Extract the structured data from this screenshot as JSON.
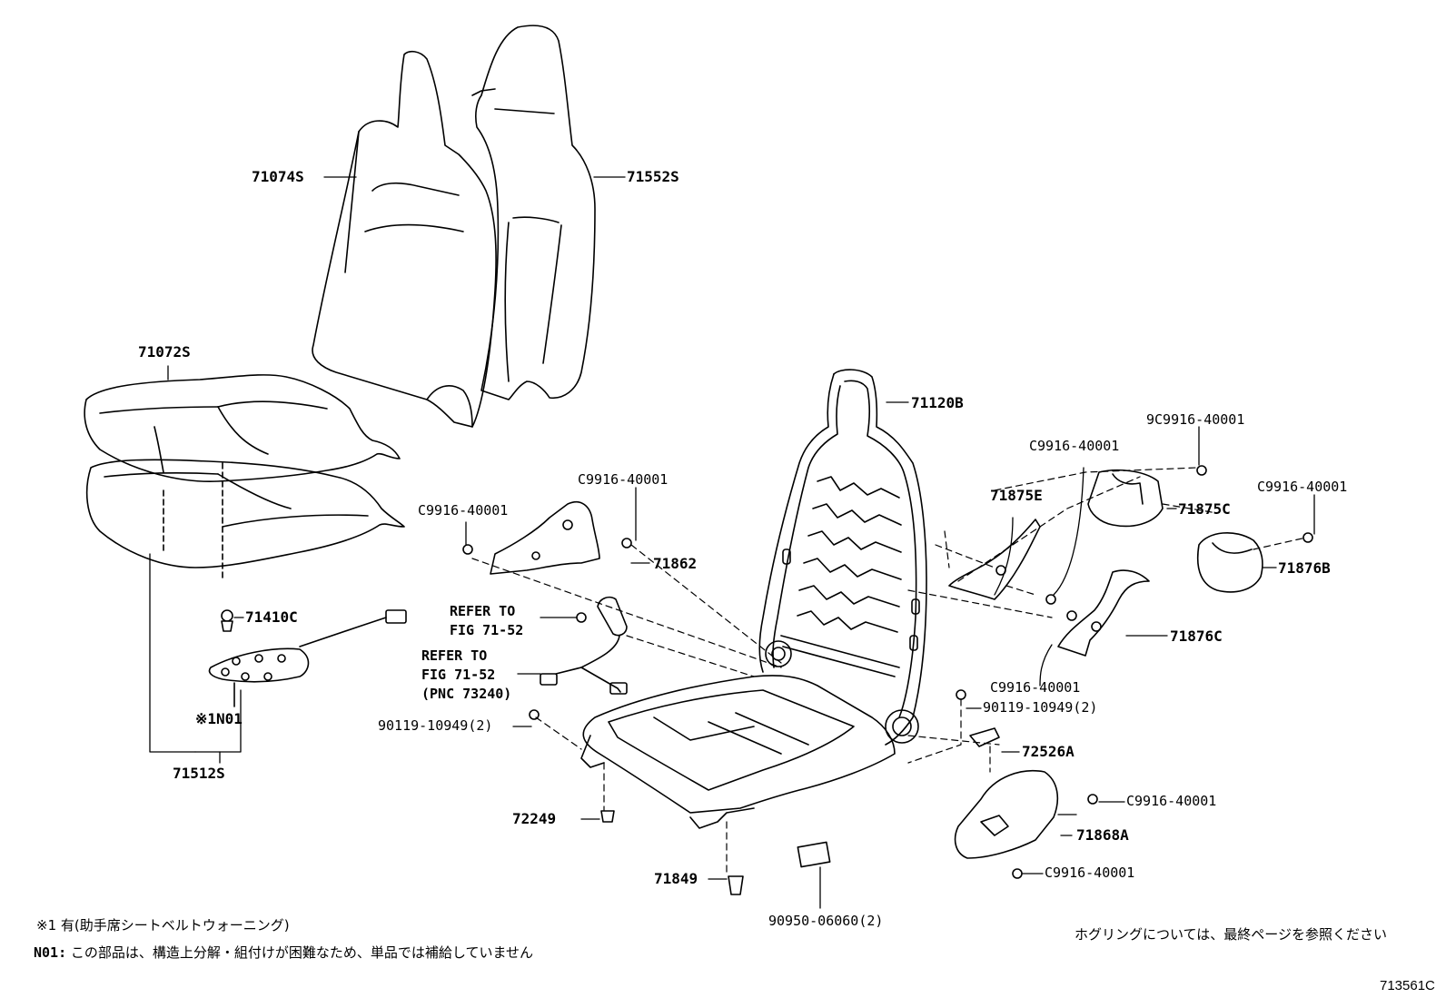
{
  "parts": {
    "p71074S": "71074S",
    "p71552S": "71552S",
    "p71072S": "71072S",
    "p71120B": "71120B",
    "p71410C": "71410C",
    "p1N01": "※1N01",
    "p71512S": "71512S",
    "p9C9916": "9C9916-40001",
    "pC9916_a": "C9916-40001",
    "pC9916_b": "C9916-40001",
    "pC9916_c": "C9916-40001",
    "pC9916_d": "C9916-40001",
    "pC9916_e": "C9916-40001",
    "pC9916_f": "C9916-40001",
    "pC9916_g": "C9916-40001",
    "p71875E": "71875E",
    "p71875C": "71875C",
    "p71876B": "71876B",
    "p71876C": "71876C",
    "p71862": "71862",
    "p90119_a": "90119-10949(2)",
    "p90119_b": "90119-10949(2)",
    "p72526A": "72526A",
    "p71868A": "71868A",
    "p72249": "72249",
    "p71849": "71849",
    "p90950": "90950-06060(2)"
  },
  "refs": {
    "ref1_line1": "REFER TO",
    "ref1_line2": "FIG 71-52",
    "ref2_line1": "REFER TO",
    "ref2_line2": "FIG 71-52",
    "ref2_line3": "(PNC 73240)"
  },
  "notes": {
    "note1": "※1  有(助手席シートベルトウォーニング)",
    "note2_code": "N01:",
    "note2_text": " この部品は、構造上分解・組付けが困難なため、単品では補給していません",
    "note3": "ホグリングについては、最終ページを参照ください"
  },
  "figure_id": "713561C"
}
